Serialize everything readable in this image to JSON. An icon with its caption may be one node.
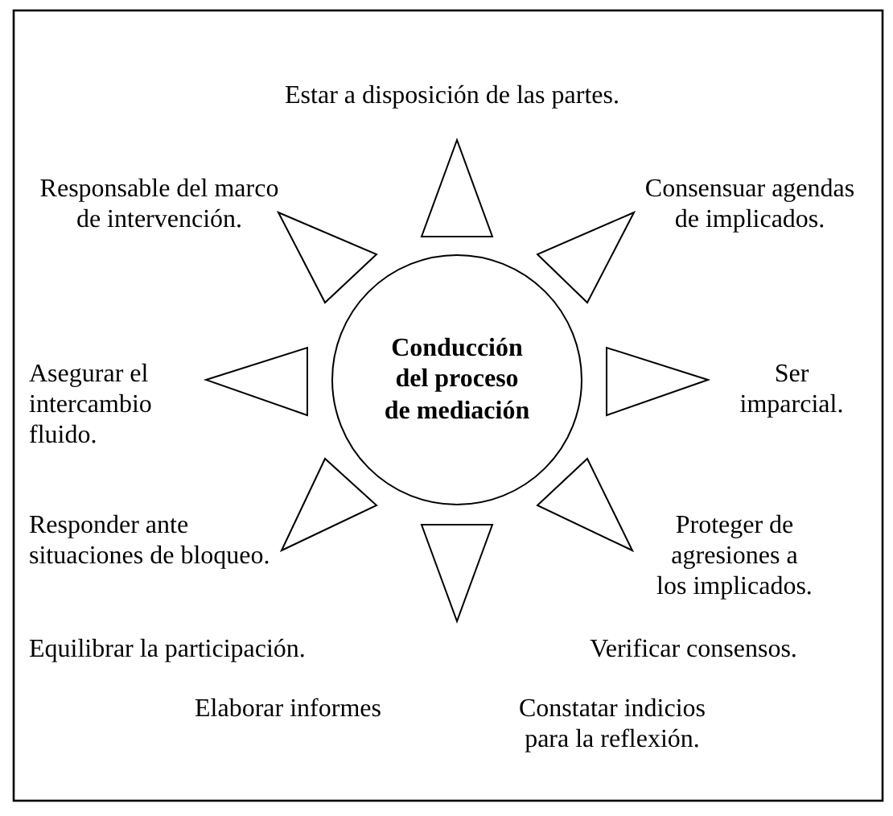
{
  "diagram": {
    "nodes": [
      {
        "text": [
          "Conducción del proceso de mediación"
        ]
      }
    ],
    "labels": [
      "Estar a disposición de las partes.",
      "Responsable del marco de intervención.",
      "Consensuar agendas de implicados.",
      "Asegurar el intercambio fluido.",
      "Ser imparcial.",
      "Responder ante situaciones de bloqueo.",
      "Proteger de agresiones a los implicados.",
      "Equilibrar la participación.",
      "Verificar consensos.",
      "Elaborar informes",
      "Constatar indicios para la reflexión."
    ]
  }
}
